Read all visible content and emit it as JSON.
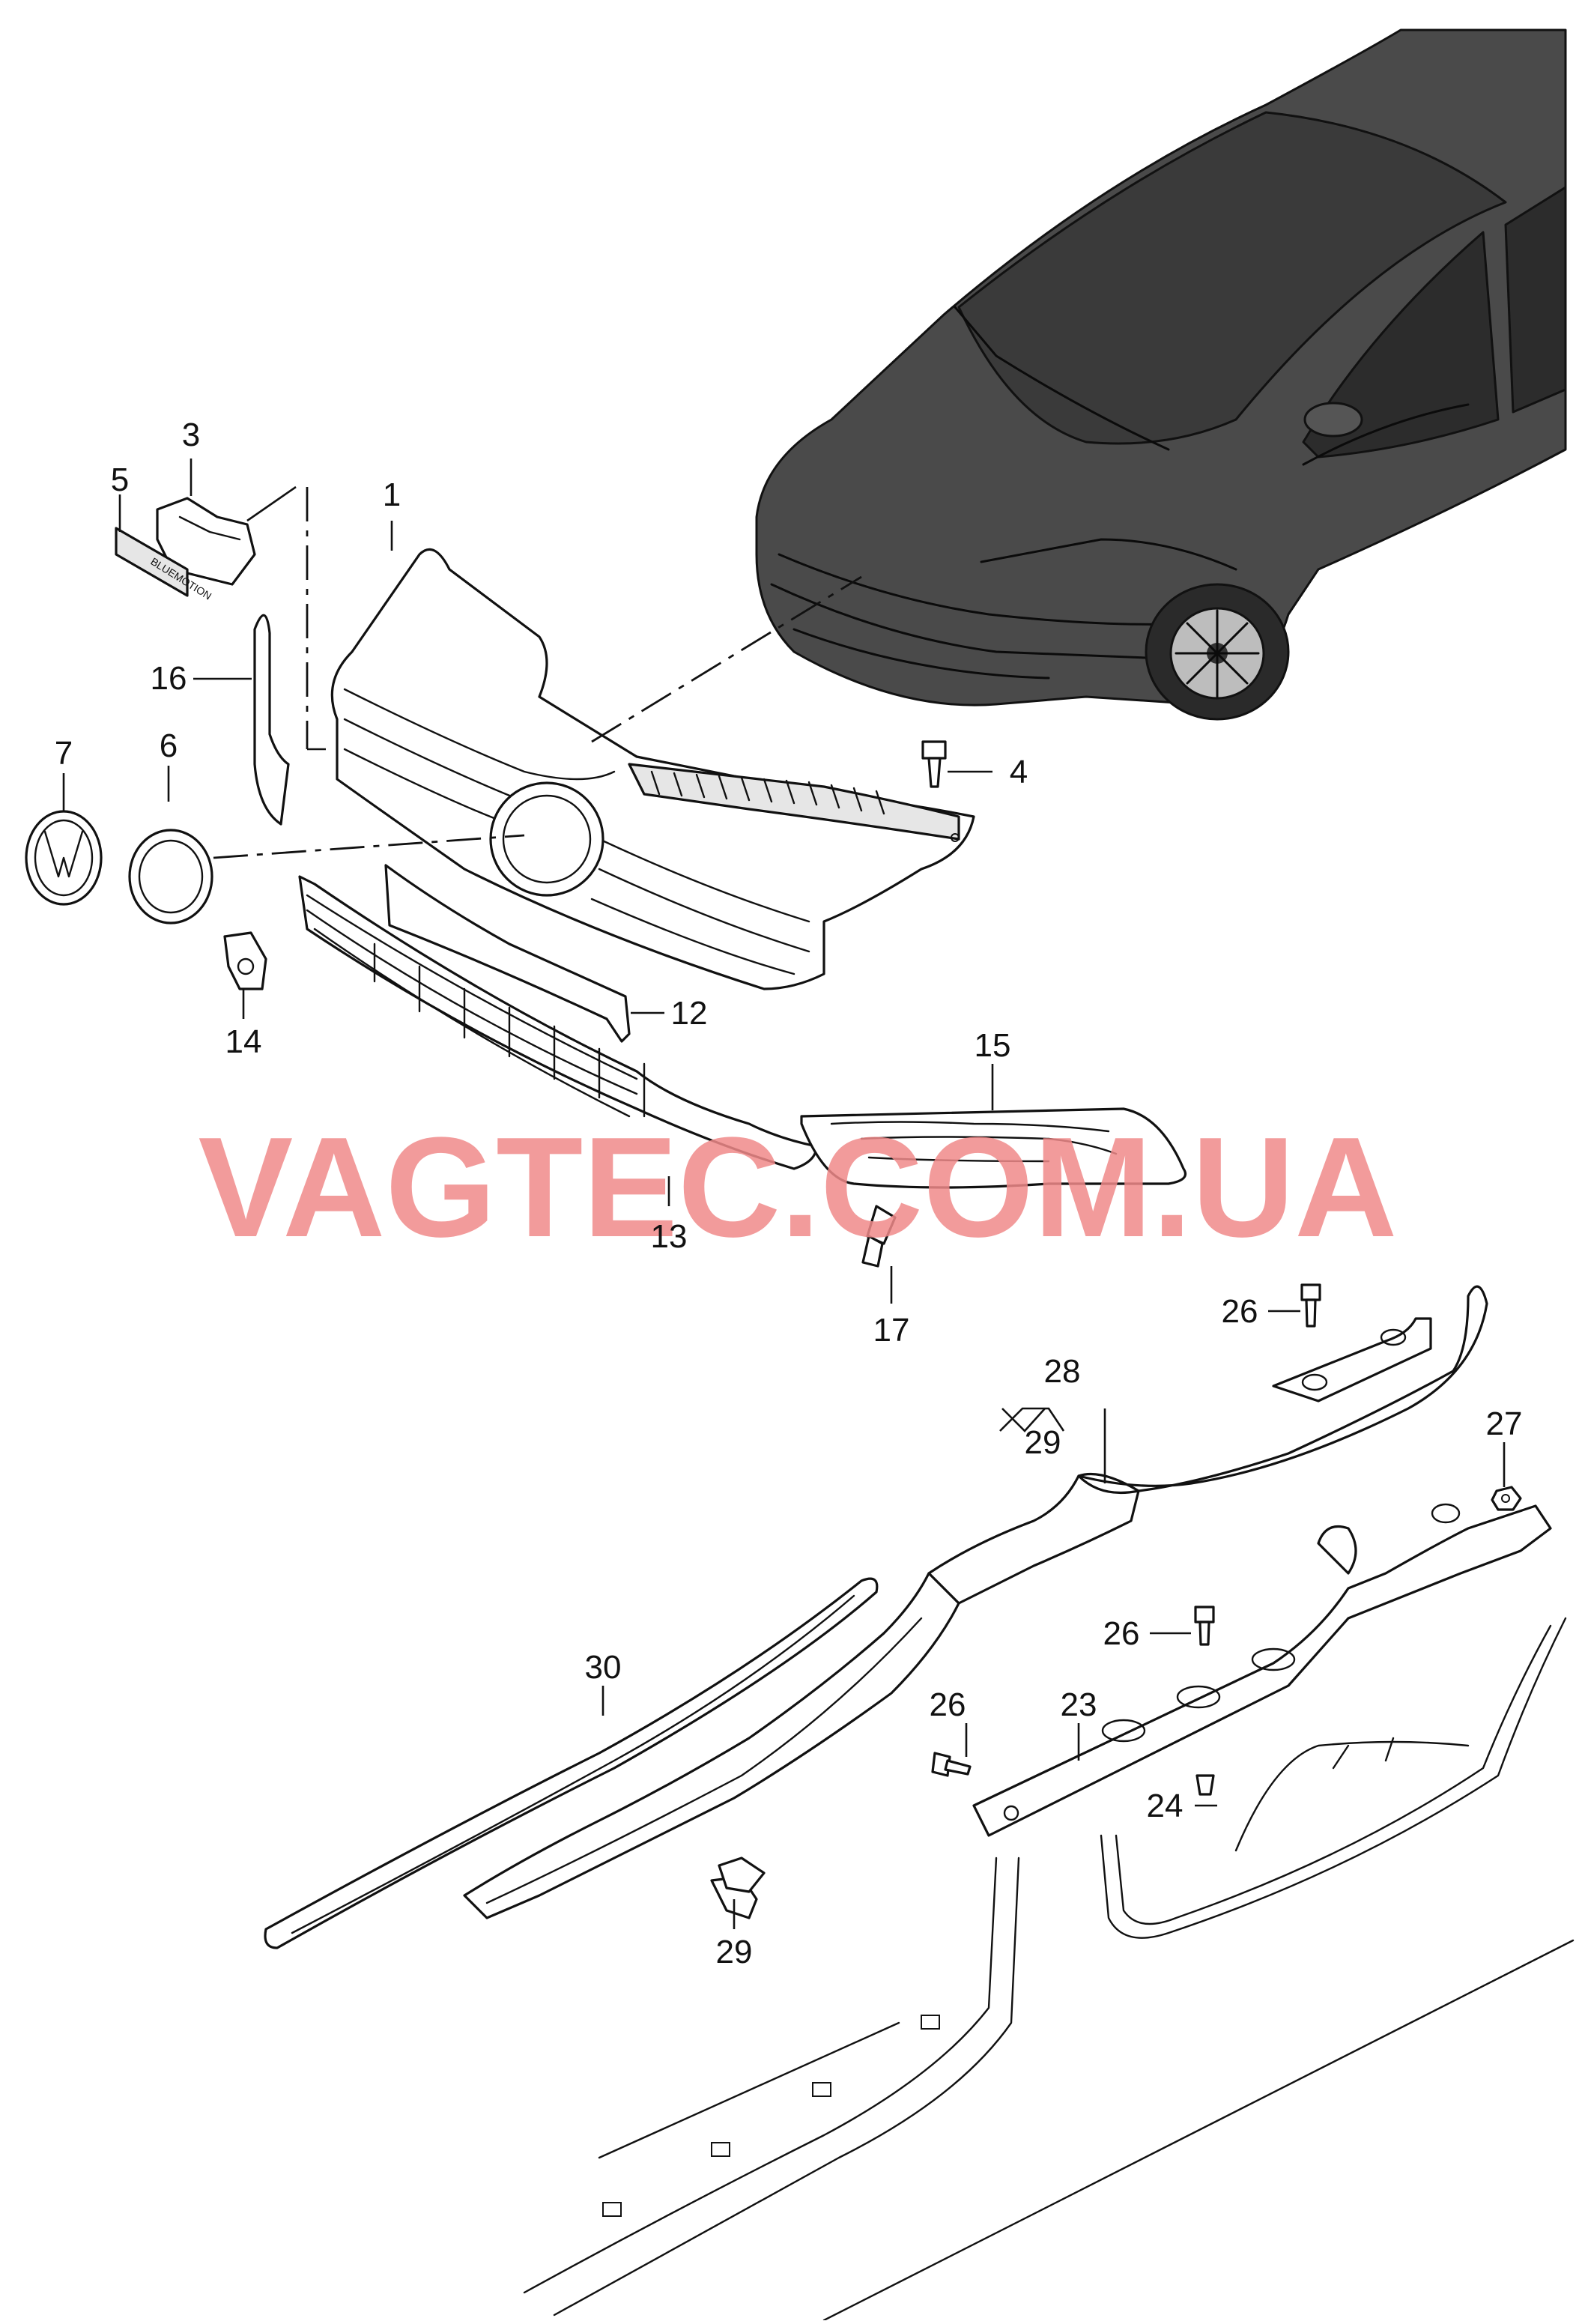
{
  "watermark": "VAGTEC.COM.UA",
  "callouts": [
    "1",
    "3",
    "4",
    "5",
    "6",
    "7",
    "12",
    "13",
    "14",
    "15",
    "16",
    "17",
    "23",
    "24",
    "26",
    "26",
    "26",
    "27",
    "28",
    "29",
    "29",
    "30"
  ],
  "emblem_label": "BLUEMOTION"
}
